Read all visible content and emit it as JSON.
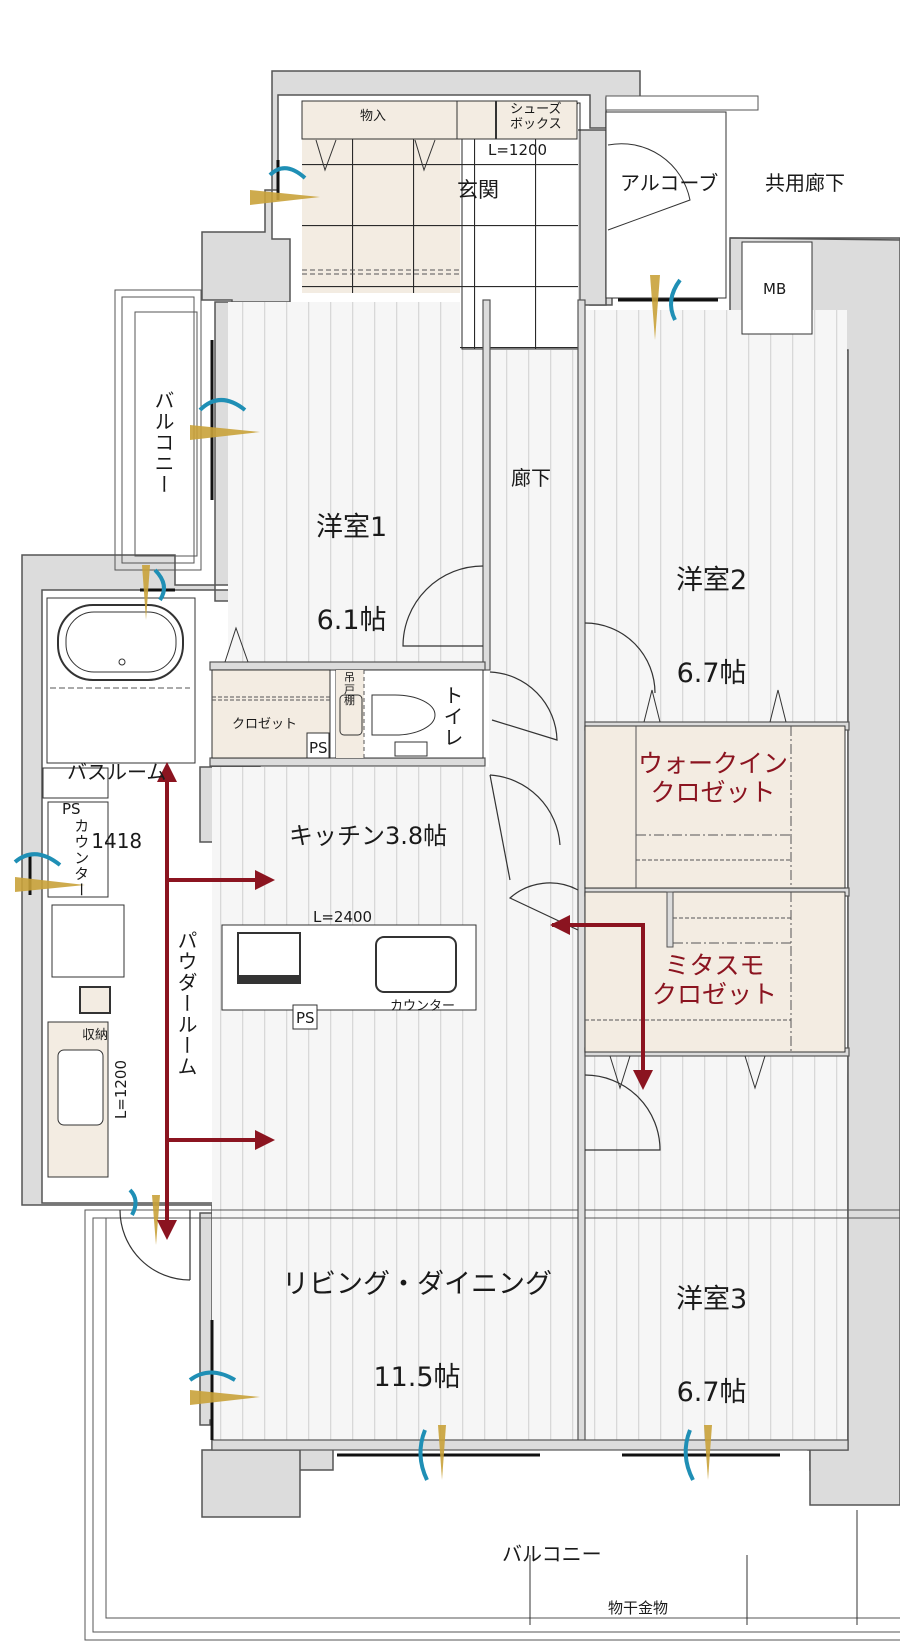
{
  "title": "間取り図 (3LDK)",
  "colors": {
    "wall": "#dcdcdc",
    "wall_outline": "#555555",
    "floor_wood": "#f6f6f6",
    "floor_line": "#d8d8d8",
    "storage": "#f3ece2",
    "tile_line": "#2a2a2a",
    "arrow": "#8b1420",
    "wind": "#1f8fb5",
    "light": "#c9a23a",
    "text": "#1a1a1a"
  },
  "rooms": {
    "western1": {
      "name": "洋室1",
      "size": "6.1帖"
    },
    "western2": {
      "name": "洋室2",
      "size": "6.7帖"
    },
    "western3": {
      "name": "洋室3",
      "size": "6.7帖"
    },
    "kitchen": {
      "name": "キッチン3.8帖"
    },
    "living": {
      "name": "リビング・ダイニング",
      "size": "11.5帖"
    },
    "hallway": {
      "name": "廊下"
    },
    "entrance": {
      "name": "玄関"
    },
    "alcove": {
      "name": "アルコーブ"
    },
    "common_corridor": {
      "name": "共用廊下"
    },
    "mb": {
      "name": "MB"
    },
    "storage_entry": {
      "name": "物入"
    },
    "shoe_box": {
      "name": "シューズ\nボックス"
    },
    "shoe_box_length": "L=1200",
    "balcony_side": {
      "name": "バルコニー"
    },
    "balcony_main": {
      "name": "バルコニー"
    },
    "laundry_hardware": {
      "name": "物干金物"
    },
    "bathroom": {
      "name": "バスルーム",
      "size": "1418"
    },
    "powder_room": {
      "name": "パウダールーム"
    },
    "counter_side": {
      "name": "カウンター"
    },
    "vanity_length": "L=1200",
    "storage_small": {
      "name": "収納"
    },
    "ps_bath": {
      "name": "PS"
    },
    "ps_toilet": {
      "name": "PS"
    },
    "ps_kitchen": {
      "name": "PS"
    },
    "closet": {
      "name": "クロゼット"
    },
    "toilet": {
      "name": "トイレ"
    },
    "hanging_shelf": {
      "name": "吊\n戸\n棚"
    },
    "kitchen_length": "L=2400",
    "kitchen_counter": {
      "name": "カウンター"
    },
    "walk_in_closet": {
      "name": "ウォークイン\nクロゼット"
    },
    "mitasumo_closet": {
      "name": "ミタスモ\nクロゼット"
    }
  }
}
